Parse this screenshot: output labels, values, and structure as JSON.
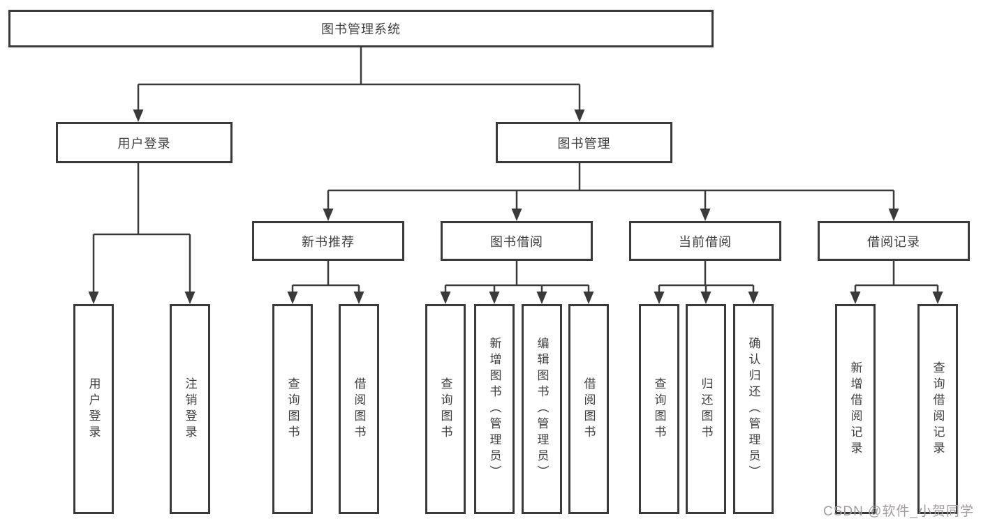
{
  "diagram": {
    "root": {
      "label": "图书管理系统"
    },
    "branches": [
      {
        "label": "用户登录",
        "children": [
          {
            "label": "用户登录"
          },
          {
            "label": "注销登录"
          }
        ]
      },
      {
        "label": "图书管理",
        "children": [
          {
            "label": "新书推荐",
            "children": [
              {
                "label": "查询图书"
              },
              {
                "label": "借阅图书"
              }
            ]
          },
          {
            "label": "图书借阅",
            "children": [
              {
                "label": "查询图书"
              },
              {
                "label": "新增图书（管理员）"
              },
              {
                "label": "编辑图书（管理员）"
              },
              {
                "label": "借阅图书"
              }
            ]
          },
          {
            "label": "当前借阅",
            "children": [
              {
                "label": "查询图书"
              },
              {
                "label": "归还图书"
              },
              {
                "label": "确认归还（管理员）"
              }
            ]
          },
          {
            "label": "借阅记录",
            "children": [
              {
                "label": "新增借阅记录"
              },
              {
                "label": "查询借阅记录"
              }
            ]
          }
        ]
      }
    ]
  },
  "watermark": {
    "text": "CSDN @软件_小贺同学"
  },
  "colors": {
    "line": "#3a3a3a",
    "box_border": "#3a3a3a",
    "text": "#3f3f3f",
    "watermark": "#a29c9c",
    "background": "#ffffff"
  }
}
